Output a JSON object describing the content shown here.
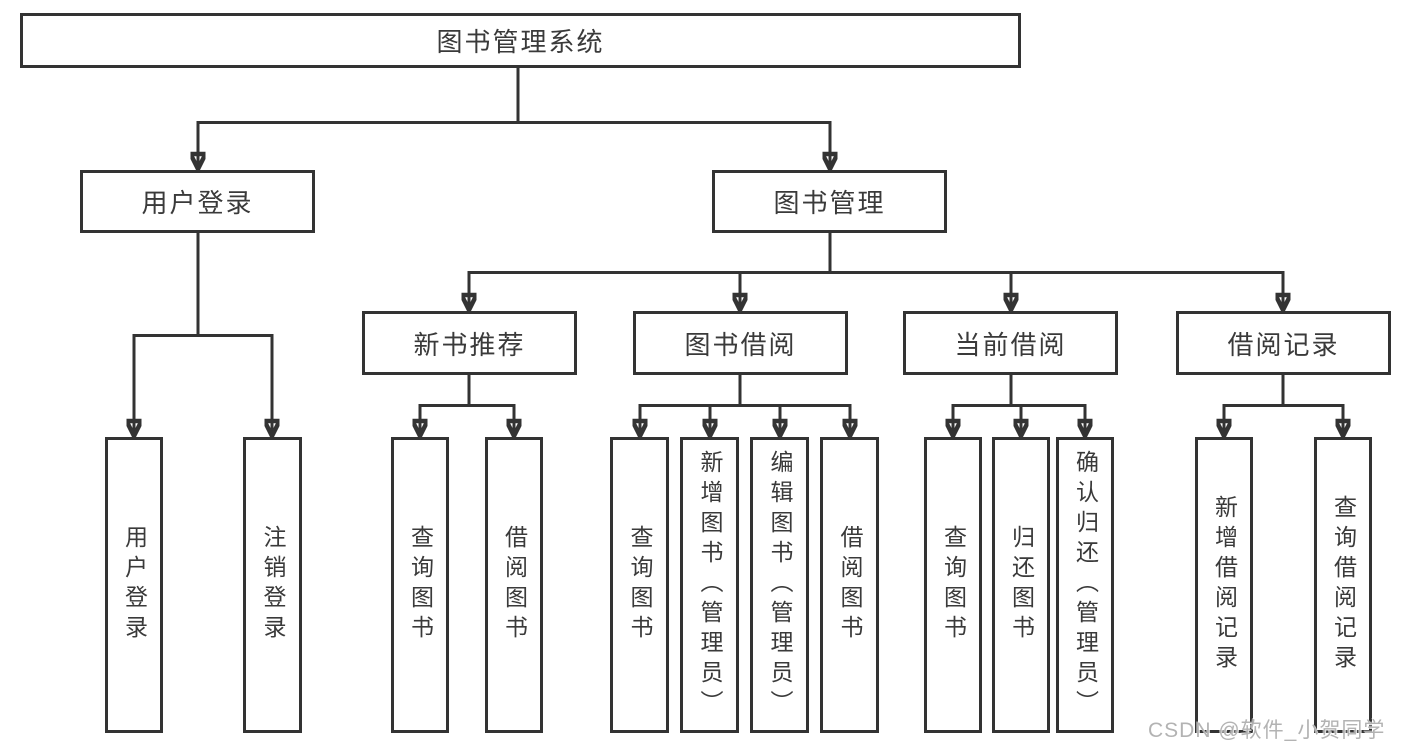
{
  "tree": {
    "label": "图书管理系统",
    "children": [
      {
        "label": "用户登录",
        "children": [
          {
            "label": "用户登录"
          },
          {
            "label": "注销登录"
          }
        ]
      },
      {
        "label": "图书管理",
        "children": [
          {
            "label": "新书推荐",
            "children": [
              {
                "label": "查询图书"
              },
              {
                "label": "借阅图书"
              }
            ]
          },
          {
            "label": "图书借阅",
            "children": [
              {
                "label": "查询图书"
              },
              {
                "label": "新增图书（管理员）"
              },
              {
                "label": "编辑图书（管理员）"
              },
              {
                "label": "借阅图书"
              }
            ]
          },
          {
            "label": "当前借阅",
            "children": [
              {
                "label": "查询图书"
              },
              {
                "label": "归还图书"
              },
              {
                "label": "确认归还（管理员）"
              }
            ]
          },
          {
            "label": "借阅记录",
            "children": [
              {
                "label": "新增借阅记录"
              },
              {
                "label": "查询借阅记录"
              }
            ]
          }
        ]
      }
    ]
  },
  "watermark": "CSDN @软件_小贺同学",
  "colors": {
    "line": "#333333",
    "text": "#3a3a3a",
    "watermark": "#b3b3b3",
    "background": "#ffffff"
  }
}
